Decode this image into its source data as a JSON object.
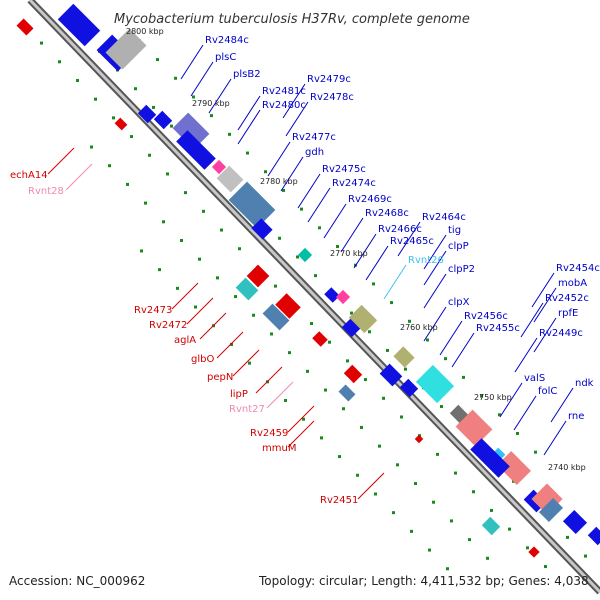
{
  "title": "Mycobacterium tuberculosis H37Rv, complete genome",
  "footer": {
    "accession": "Accession: NC_000962",
    "info": "Topology: circular; Length: 4,411,532 bp; Genes: 4,038"
  },
  "colors": {
    "backbone": "#7a7a7a",
    "forward_cds": "#0000e0",
    "reverse_cds": "#e00000",
    "tick": "#1a8a1a",
    "label_forward": "#0000c8",
    "label_reverse": "#d00000",
    "label_rna": "#f08ab4",
    "label_trna": "#40c0f0"
  },
  "kbp_marks": [
    "2800 kbp",
    "2790 kbp",
    "2780 kbp",
    "2770 kbp",
    "2760 kbp",
    "2750 kbp",
    "2740 kbp"
  ],
  "labels_right": [
    {
      "text": "Rv2484c",
      "type": "forward"
    },
    {
      "text": "plsC",
      "type": "forward"
    },
    {
      "text": "plsB2",
      "type": "forward"
    },
    {
      "text": "Rv2481c",
      "type": "forward"
    },
    {
      "text": "Rv2480c",
      "type": "forward"
    },
    {
      "text": "Rv2479c",
      "type": "forward"
    },
    {
      "text": "Rv2478c",
      "type": "forward"
    },
    {
      "text": "Rv2477c",
      "type": "forward"
    },
    {
      "text": "gdh",
      "type": "forward"
    },
    {
      "text": "Rv2475c",
      "type": "forward"
    },
    {
      "text": "Rv2474c",
      "type": "forward"
    },
    {
      "text": "Rv2469c",
      "type": "forward"
    },
    {
      "text": "Rv2468c",
      "type": "forward"
    },
    {
      "text": "Rv2466c",
      "type": "forward"
    },
    {
      "text": "Rv2464c",
      "type": "forward"
    },
    {
      "text": "Rv2465c",
      "type": "forward"
    },
    {
      "text": "tig",
      "type": "forward"
    },
    {
      "text": "clpP",
      "type": "forward"
    },
    {
      "text": "Rvnt26",
      "type": "trna"
    },
    {
      "text": "clpP2",
      "type": "forward"
    },
    {
      "text": "Rv2454c",
      "type": "forward"
    },
    {
      "text": "mobA",
      "type": "forward"
    },
    {
      "text": "Rv2452c",
      "type": "forward"
    },
    {
      "text": "clpX",
      "type": "forward"
    },
    {
      "text": "Rv2456c",
      "type": "forward"
    },
    {
      "text": "rpfE",
      "type": "forward"
    },
    {
      "text": "Rv2455c",
      "type": "forward"
    },
    {
      "text": "Rv2449c",
      "type": "forward"
    },
    {
      "text": "valS",
      "type": "forward"
    },
    {
      "text": "ndk",
      "type": "forward"
    },
    {
      "text": "folC",
      "type": "forward"
    },
    {
      "text": "rne",
      "type": "forward"
    }
  ],
  "labels_left": [
    {
      "text": "echA14",
      "type": "reverse"
    },
    {
      "text": "Rvnt28",
      "type": "rna"
    },
    {
      "text": "Rv2473",
      "type": "reverse"
    },
    {
      "text": "Rv2472",
      "type": "reverse"
    },
    {
      "text": "aglA",
      "type": "reverse"
    },
    {
      "text": "glbO",
      "type": "reverse"
    },
    {
      "text": "pepN",
      "type": "reverse"
    },
    {
      "text": "lipP",
      "type": "reverse"
    },
    {
      "text": "Rvnt27",
      "type": "rna"
    },
    {
      "text": "Rv2459",
      "type": "reverse"
    },
    {
      "text": "mmuM",
      "type": "reverse"
    },
    {
      "text": "Rv2451",
      "type": "reverse"
    }
  ]
}
